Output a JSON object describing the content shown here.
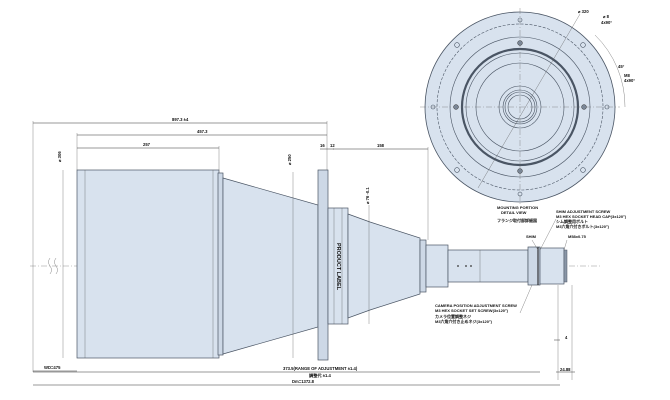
{
  "drawing": {
    "type": "lens adapter / camera mount side view with mounting detail",
    "colors": {
      "body": "#d8e2ee",
      "outline": "#4a5564",
      "dim_line": "#333333"
    }
  },
  "dimensions": {
    "overall_top": "897.3 ±4",
    "span_top": "457.3",
    "left_body_length": "257",
    "flange_a": "16",
    "flange_b": "12",
    "cone_length": "158",
    "dia_left": "⌀ 306",
    "dia_mid": "⌀ 250",
    "dia_flange_small": "⌀ 76 -0.1",
    "wd": "WD=475",
    "adjust_range": "373.5(RANGE OF ADJUSTMENT ±1.4)",
    "adjust_range_jp": "調整代 ±1.4",
    "total": "Dm=1372.8",
    "right_small": "4",
    "right_end": "24.88"
  },
  "mounting_view": {
    "title": "MOUNTING PORTION",
    "subtitle": "DETAIL VIEW",
    "title_jp": "フランジ取付部詳細図",
    "pcd": "⌀ 320",
    "hole": "⌀ 8",
    "hole_count": "4x90°",
    "angle": "45°",
    "tap": "M8",
    "tap_count": "4x90°"
  },
  "annotations": {
    "product_label": "PRODUCT LABEL",
    "shim": "SHIM",
    "thread": "M58x0.75",
    "shim_screw_title": "SHIM ADJUSTMENT SCREW",
    "shim_screw_spec": "M3 HEX SOCKET HEAD CAP(3x120°)",
    "shim_screw_jp1": "シム調整用ボルト",
    "shim_screw_jp2": "M3六角穴付きボルト(3x120°)",
    "camera_screw_title": "CAMERA POSITION ADJUSTMENT SCREW",
    "camera_screw_spec": "M3 HEX SOCKET SET SCREW(3x120°)",
    "camera_screw_jp1": "カメラ位置調整ネジ",
    "camera_screw_jp2": "M3六角穴付き止めネジ(3x120°)"
  }
}
